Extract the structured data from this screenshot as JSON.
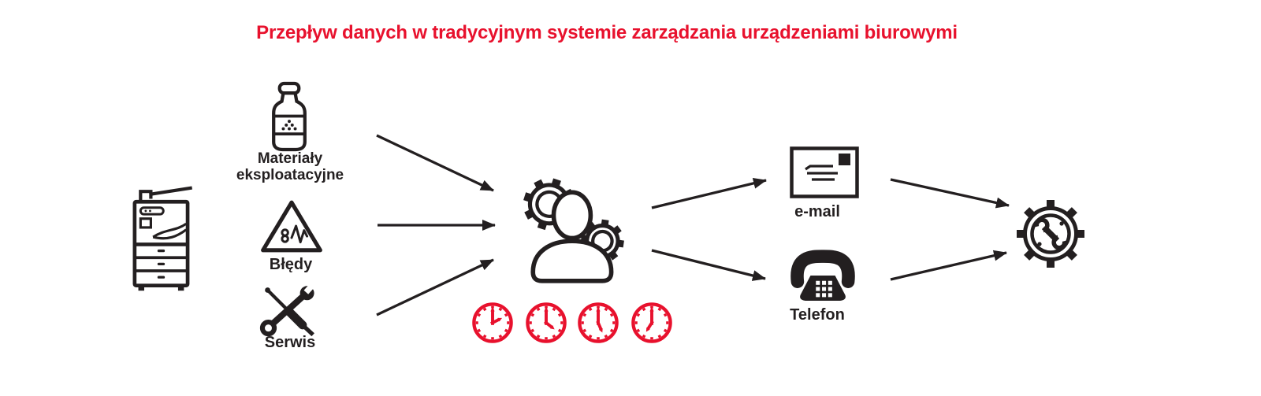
{
  "title": {
    "text": "Przepływ danych w tradycyjnym systemie zarządzania urządzeniami biurowymi"
  },
  "colors": {
    "accent_red": "#e8112d",
    "ink": "#231f20",
    "background": "#ffffff"
  },
  "source": {
    "icon": "printer-icon"
  },
  "inputs": [
    {
      "id": "supplies",
      "icon": "toner-bottle-icon",
      "label_line1": "Materiały",
      "label_line2": "eksploatacyjne"
    },
    {
      "id": "errors",
      "icon": "warning-triangle-icon",
      "label": "Błędy"
    },
    {
      "id": "service",
      "icon": "service-tools-icon",
      "label": "Serwis"
    }
  ],
  "operator": {
    "icon": "person-gears-icon"
  },
  "clocks": {
    "icon": "clock-icon",
    "count": 4,
    "times": [
      "2:00",
      "4:00",
      "5:00",
      "7:00"
    ],
    "hour_angles": [
      63,
      128,
      157,
      212
    ],
    "minute_angles": [
      0,
      0,
      0,
      0
    ]
  },
  "channels": [
    {
      "id": "email",
      "icon": "envelope-icon",
      "label": "e-mail"
    },
    {
      "id": "phone",
      "icon": "telephone-icon",
      "label": "Telefon"
    }
  ],
  "result": {
    "icon": "gear-wrench-icon"
  },
  "connections": [
    {
      "from": "supplies",
      "to": "operator"
    },
    {
      "from": "errors",
      "to": "operator"
    },
    {
      "from": "service",
      "to": "operator"
    },
    {
      "from": "operator",
      "to": "email"
    },
    {
      "from": "operator",
      "to": "phone"
    },
    {
      "from": "email",
      "to": "result"
    },
    {
      "from": "phone",
      "to": "result"
    }
  ]
}
